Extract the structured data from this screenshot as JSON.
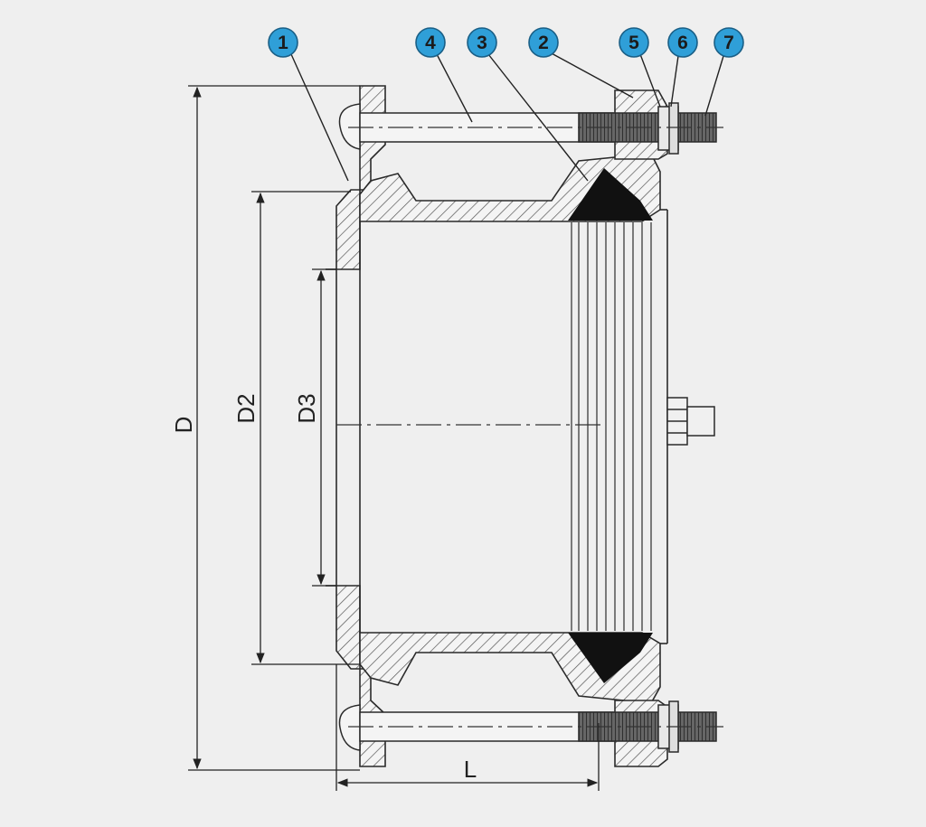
{
  "colors": {
    "background": "#efefef",
    "line": "#2a2a2a",
    "callout_fill": "#2f9fd8",
    "callout_stroke": "#1a5f86",
    "seal": "#111111"
  },
  "callouts": [
    {
      "label": "1",
      "name": "callout-1"
    },
    {
      "label": "4",
      "name": "callout-4"
    },
    {
      "label": "3",
      "name": "callout-3"
    },
    {
      "label": "2",
      "name": "callout-2"
    },
    {
      "label": "5",
      "name": "callout-5"
    },
    {
      "label": "6",
      "name": "callout-6"
    },
    {
      "label": "7",
      "name": "callout-7"
    }
  ],
  "dimensions": {
    "d": "D",
    "d2": "D2",
    "d3": "D3",
    "l": "L"
  }
}
